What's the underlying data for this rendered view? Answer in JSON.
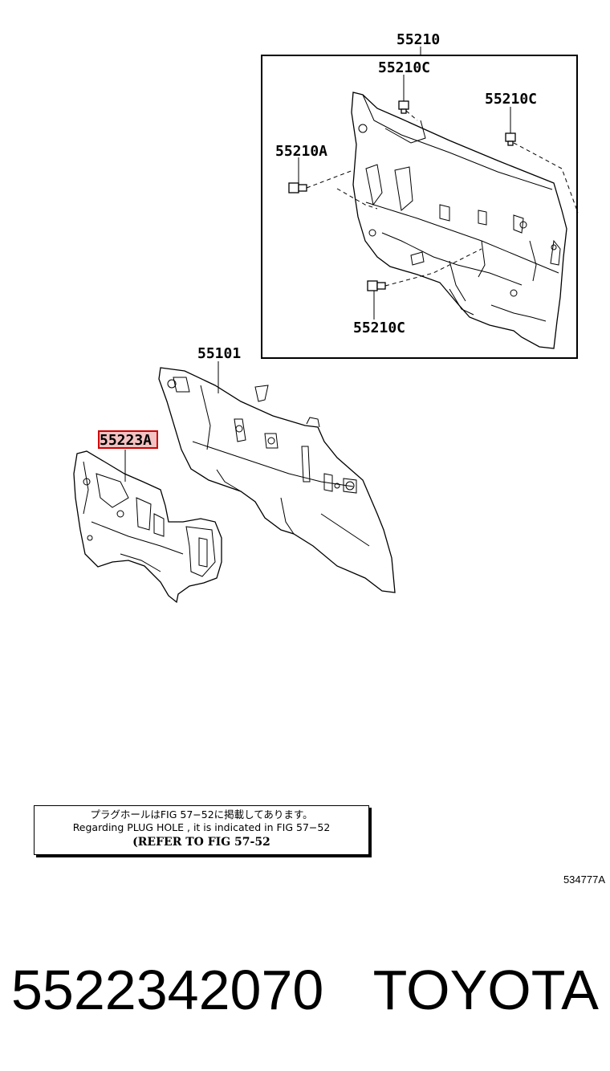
{
  "labels": {
    "assembly": "55210",
    "bolt_top": "55210C",
    "bolt_right": "55210C",
    "bolt_left": "55210A",
    "bolt_bottom": "55210C",
    "panel": "55101",
    "silencer": "55223A"
  },
  "highlight_color": "#d00000",
  "note": {
    "japanese": "プラグホールはFIG 57−52に掲載してあります。",
    "english": "Regarding  PLUG  HOLE , it is indicated in  FIG  57−52",
    "refer": "(REFER  TO  FIG  57-52"
  },
  "figure_code": "534777A",
  "part_number": "5522342070",
  "brand": "TOYOTA"
}
